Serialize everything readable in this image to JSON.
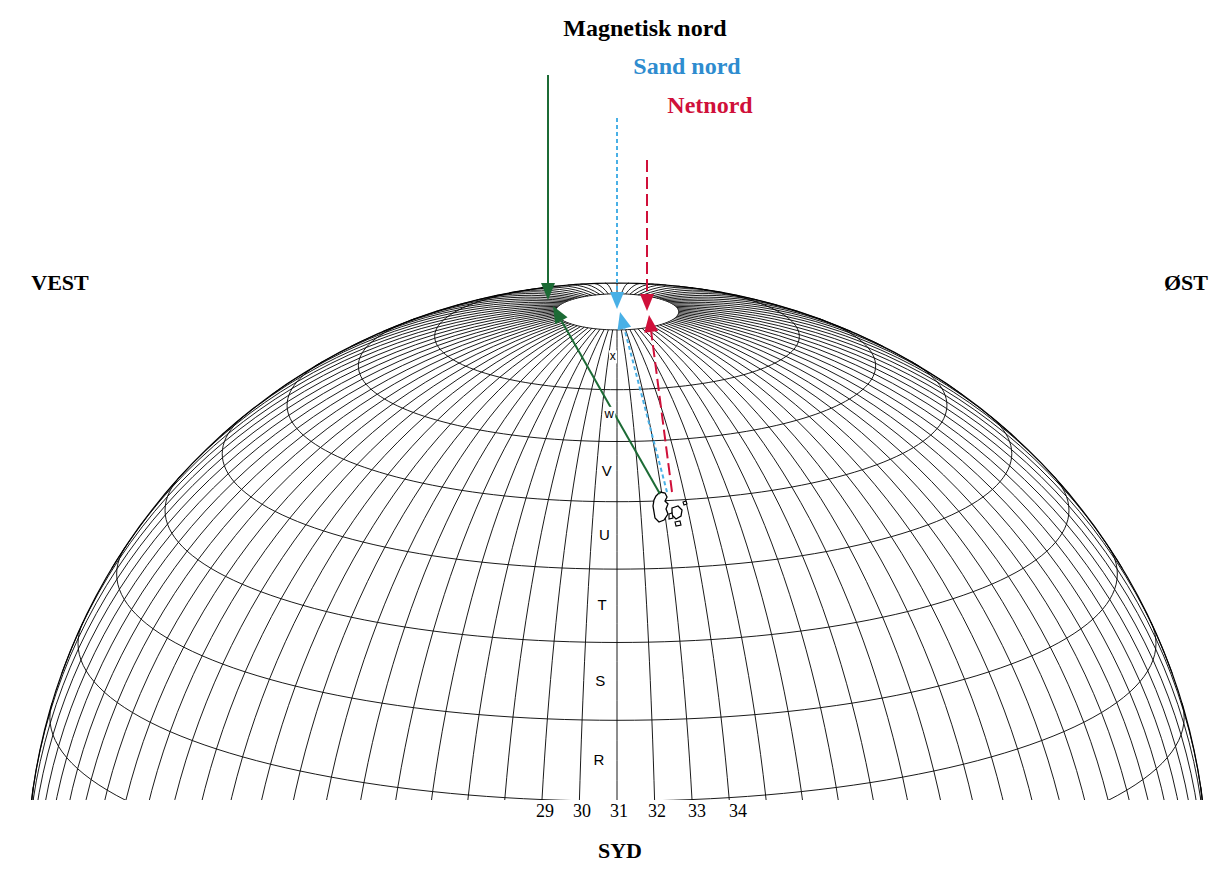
{
  "diagram": {
    "labels": [
      "Magnetisk nord",
      "Sand nord",
      "Netnord",
      "VEST",
      "ØST",
      "x",
      "w",
      "V",
      "U",
      "T",
      "S",
      "R",
      "29",
      "30",
      "31",
      "32",
      "33",
      "34",
      "SYD"
    ]
  }
}
